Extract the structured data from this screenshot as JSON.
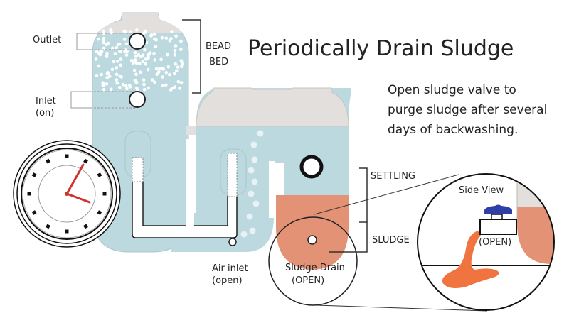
{
  "title": "Periodically Drain Sludge",
  "description": [
    "Open sludge valve to",
    "purge sludge after several",
    "days of backwashing."
  ],
  "labels": {
    "outlet": "Outlet",
    "inlet": [
      "Inlet",
      "(on)"
    ],
    "bead_bed": [
      "BEAD",
      "BED"
    ],
    "settling": "SETTLING",
    "sludge": "SLUDGE",
    "air_inlet": [
      "Air inlet",
      "(open)"
    ],
    "sludge_drain": [
      "Sludge Drain",
      "(OPEN)"
    ],
    "side_view": "Side View",
    "valve_state": "(OPEN)"
  },
  "colors": {
    "water": "#bdd9e0",
    "tank_top": "#e2dfdc",
    "sludge": "#e39276",
    "sludge_spill": "#f0743f",
    "valve_handle": "#2f3fa8",
    "clock_hands": "#d0322c"
  }
}
